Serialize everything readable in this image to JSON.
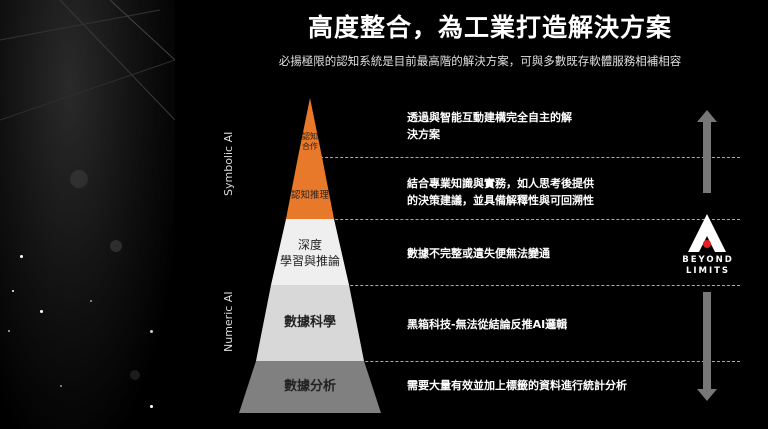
{
  "header": {
    "title": "高度整合，為工業打造解決方案",
    "subtitle": "必揚極限的認知系統是目前最高階的解決方案，可與多數既存軟體服務相補相容"
  },
  "axis": {
    "symbolic": "Symbolic AI",
    "numeric": "Numeric AI"
  },
  "pyramid": {
    "tiers": [
      {
        "label": "認知\n合作",
        "color": "#E8782A"
      },
      {
        "label": "認知推理",
        "color": "#E8782A"
      },
      {
        "label": "深度\n學習與推論",
        "color": "#EFEFEF"
      },
      {
        "label": "數據科學",
        "color": "#D8D8D8"
      },
      {
        "label": "數據分析",
        "color": "#808080"
      }
    ]
  },
  "descriptions": {
    "d1": "透過與智能互動建構完全自主的解\n決方案",
    "d2": "結合專業知識與實務，如人思考後提供\n的決策建議，並具備解釋性與可回溯性",
    "d3": "數據不完整或遺失便無法變通",
    "d4": "黑箱科技-無法從結論反推AI邏輯",
    "d5": "需要大量有效並加上標籤的資料進行統計分析"
  },
  "logo": {
    "line1": "BEYOND",
    "line2": "LIMITS",
    "icon": "beyond-limits-logo-icon",
    "accent": "#E31E24"
  },
  "arrows": {
    "up_icon": "arrow-up-icon",
    "down_icon": "arrow-down-icon",
    "color": "#777777"
  }
}
